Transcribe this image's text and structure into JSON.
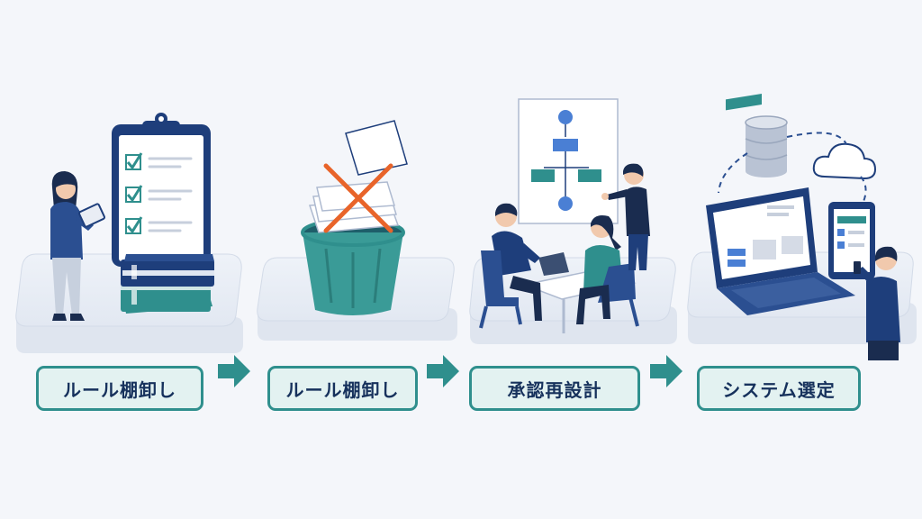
{
  "steps": [
    {
      "label": "ルール棚卸し"
    },
    {
      "label": "ルール棚卸し"
    },
    {
      "label": "承認再設計"
    },
    {
      "label": "システム選定"
    }
  ],
  "colors": {
    "navy": "#1e3e7b",
    "teal": "#2f8f8d",
    "label_bg": "#e3f2f1",
    "label_text": "#16315c",
    "cross": "#e8642a",
    "platform": "#e6ebf3"
  }
}
